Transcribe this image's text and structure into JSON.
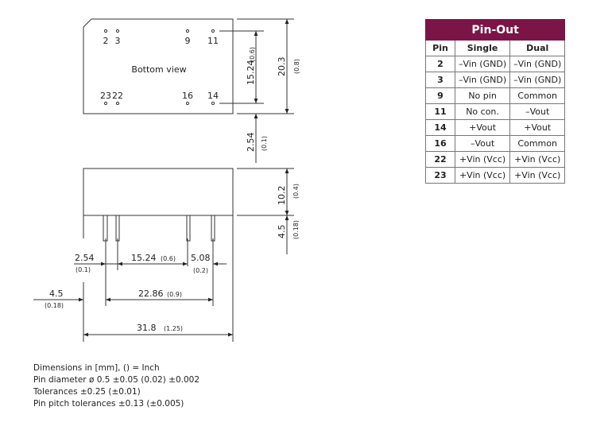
{
  "top_view": {
    "label": "Bottom view",
    "pins_top": [
      "2",
      "3",
      "9",
      "11"
    ],
    "pins_bottom": [
      "23",
      "22",
      "16",
      "14"
    ]
  },
  "dimensions": {
    "pin_row_spacing": {
      "mm": "15.24",
      "in": "(0.6)"
    },
    "body_width": {
      "mm": "20.3",
      "in": "(0.8)"
    },
    "pin_offset": {
      "mm": "2.54",
      "in": "(0.1)"
    },
    "body_height": {
      "mm": "10.2",
      "in": "(0.4)"
    },
    "pin_length": {
      "mm": "4.5",
      "in": "(0.18)"
    },
    "left_pin_pitch": {
      "mm": "2.54",
      "in": "(0.1)"
    },
    "middle_pitch": {
      "mm": "15.24",
      "in": "(0.6)"
    },
    "right_pitch": {
      "mm": "5.08",
      "in": "(0.2)"
    },
    "left_offset": {
      "mm": "4.5",
      "in": "(0.18)"
    },
    "pin_span": {
      "mm": "22.86",
      "in": "(0.9)"
    },
    "body_length": {
      "mm": "31.8",
      "in": "(1.25)"
    }
  },
  "pinout": {
    "title": "Pin-Out",
    "headers": [
      "Pin",
      "Single",
      "Dual"
    ],
    "rows": [
      [
        "2",
        "–Vin (GND)",
        "–Vin (GND)"
      ],
      [
        "3",
        "–Vin (GND)",
        "–Vin (GND)"
      ],
      [
        "9",
        "No pin",
        "Common"
      ],
      [
        "11",
        "No con.",
        "–Vout"
      ],
      [
        "14",
        "+Vout",
        "+Vout"
      ],
      [
        "16",
        "–Vout",
        "Common"
      ],
      [
        "22",
        "+Vin (Vcc)",
        "+Vin (Vcc)"
      ],
      [
        "23",
        "+Vin (Vcc)",
        "+Vin (Vcc)"
      ]
    ]
  },
  "notes": [
    "Dimensions in [mm], () = Inch",
    "Pin diameter ø 0.5 ±0.05  (0.02) ±0.002",
    "Tolerances  ±0.25 (±0.01)",
    "Pin pitch tolerances ±0.13 (±0.005)"
  ]
}
